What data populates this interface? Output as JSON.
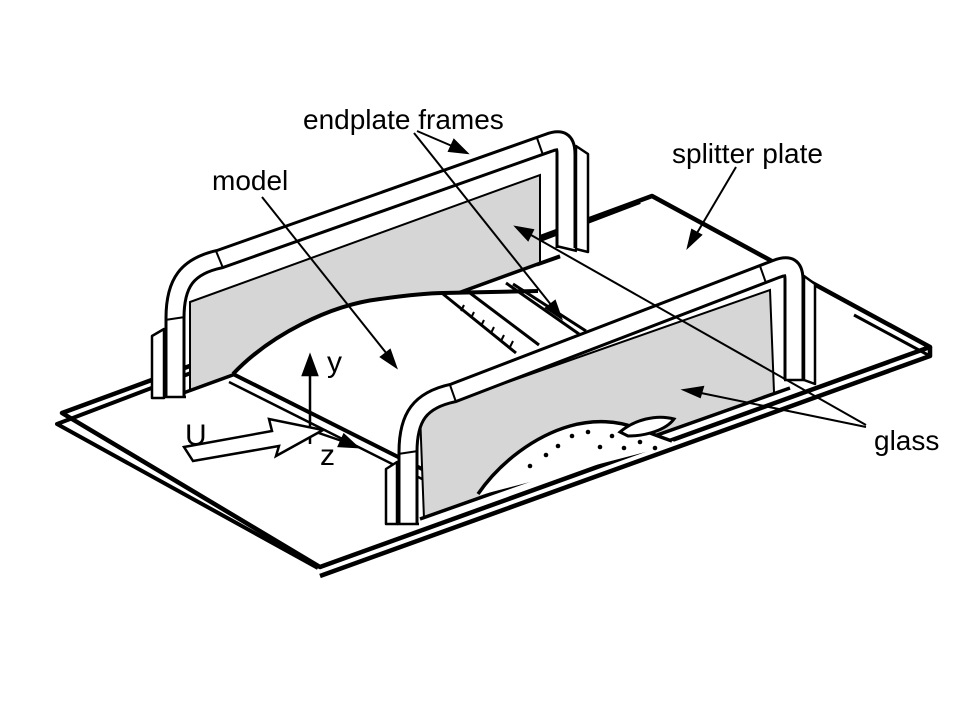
{
  "figure": {
    "type": "technical-diagram",
    "description": "Isometric line drawing of a wind-tunnel splitter-plate experiment: a bump model mounted between two endplate frames with glass windows on a splitter plate",
    "colors": {
      "background": "#ffffff",
      "line": "#000000",
      "glass": "#d6d6d6"
    },
    "labels": {
      "endplate_frames": "endplate frames",
      "splitter_plate": "splitter plate",
      "model": "model",
      "glass": "glass"
    },
    "flow": {
      "symbol": "U"
    },
    "axes": {
      "vertical": "y",
      "spanwise": "z"
    },
    "pressure_taps": {
      "side_profile_dots": 10,
      "top_surface_ticks": 6
    }
  }
}
